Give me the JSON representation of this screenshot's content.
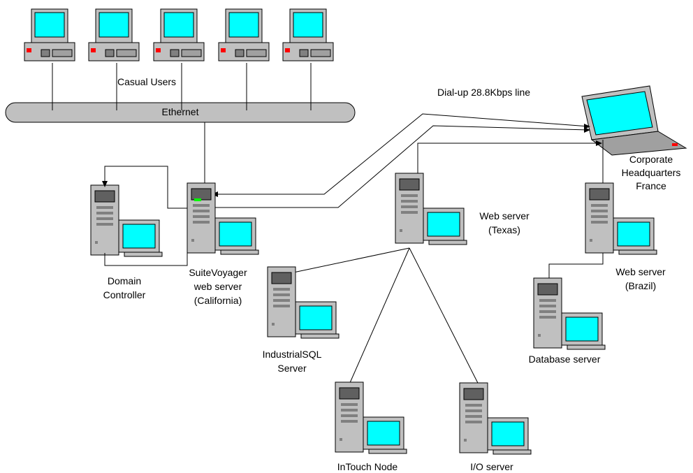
{
  "labels": {
    "casual_users": "Casual Users",
    "ethernet": "Ethernet",
    "dialup": "Dial-up 28.8Kbps line",
    "hq_line1": "Corporate",
    "hq_line2": "Headquarters",
    "hq_line3": "France",
    "domain_line1": "Domain",
    "domain_line2": "Controller",
    "suite_line1": "SuiteVoyager",
    "suite_line2": "web server",
    "suite_line3": "(California)",
    "texas_line1": "Web server",
    "texas_line2": "(Texas)",
    "brazil_line1": "Web server",
    "brazil_line2": "(Brazil)",
    "sql_line1": "IndustrialSQL",
    "sql_line2": "Server",
    "db": "Database server",
    "intouch": "InTouch Node",
    "io": "I/O server"
  },
  "colors": {
    "screen": "#00ffff",
    "case": "#c0c0c0",
    "case_dark": "#808080",
    "led_red": "#ff0000",
    "led_green": "#00ff00",
    "line": "#000000"
  },
  "icons": {
    "desktop": "desktop-computer-icon",
    "tower": "tower-server-icon",
    "laptop": "laptop-icon",
    "cable": "ethernet-cable"
  }
}
